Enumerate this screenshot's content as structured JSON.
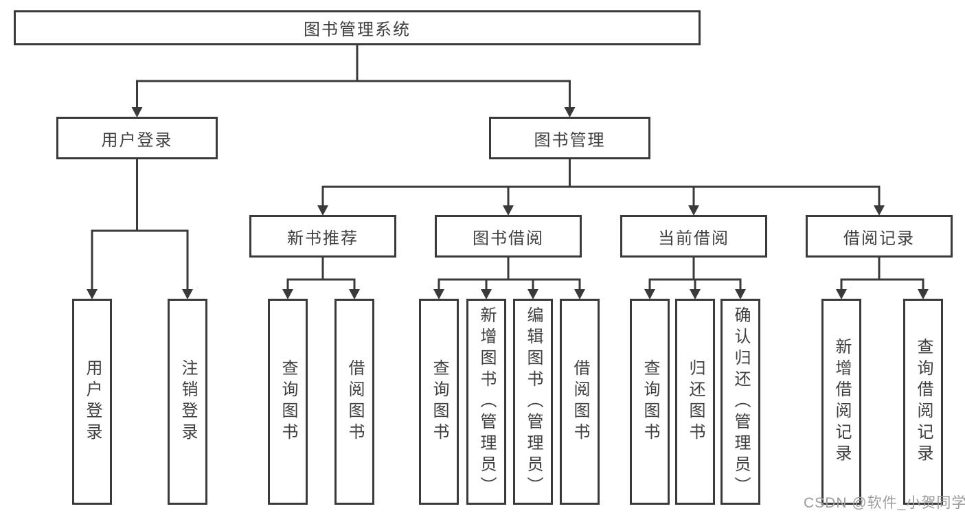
{
  "diagram": {
    "type": "hierarchy-tree",
    "colors": {
      "line": "#3a3a3a",
      "box_border": "#3a3a3a",
      "box_background": "#ffffff",
      "text": "#3f3f3f",
      "watermark_text": "#9b9b9b"
    },
    "tree": {
      "root": {
        "label": "图书管理系统"
      },
      "branches": [
        {
          "label": "用户登录",
          "children": [
            {
              "label": "用户登录"
            },
            {
              "label": "注销登录"
            }
          ]
        },
        {
          "label": "图书管理",
          "groups": [
            {
              "label": "新书推荐",
              "children": [
                {
                  "label": "查询图书"
                },
                {
                  "label": "借阅图书"
                }
              ]
            },
            {
              "label": "图书借阅",
              "children": [
                {
                  "label": "查询图书"
                },
                {
                  "label": "新增图书（管理员）"
                },
                {
                  "label": "编辑图书（管理员）"
                },
                {
                  "label": "借阅图书"
                }
              ]
            },
            {
              "label": "当前借阅",
              "children": [
                {
                  "label": "查询图书"
                },
                {
                  "label": "归还图书"
                },
                {
                  "label": "确认归还（管理员）"
                }
              ]
            },
            {
              "label": "借阅记录",
              "children": [
                {
                  "label": "新增借阅记录"
                },
                {
                  "label": "查询借阅记录"
                }
              ]
            }
          ]
        }
      ]
    }
  },
  "watermark": "CSDN @软件_小贺同学"
}
